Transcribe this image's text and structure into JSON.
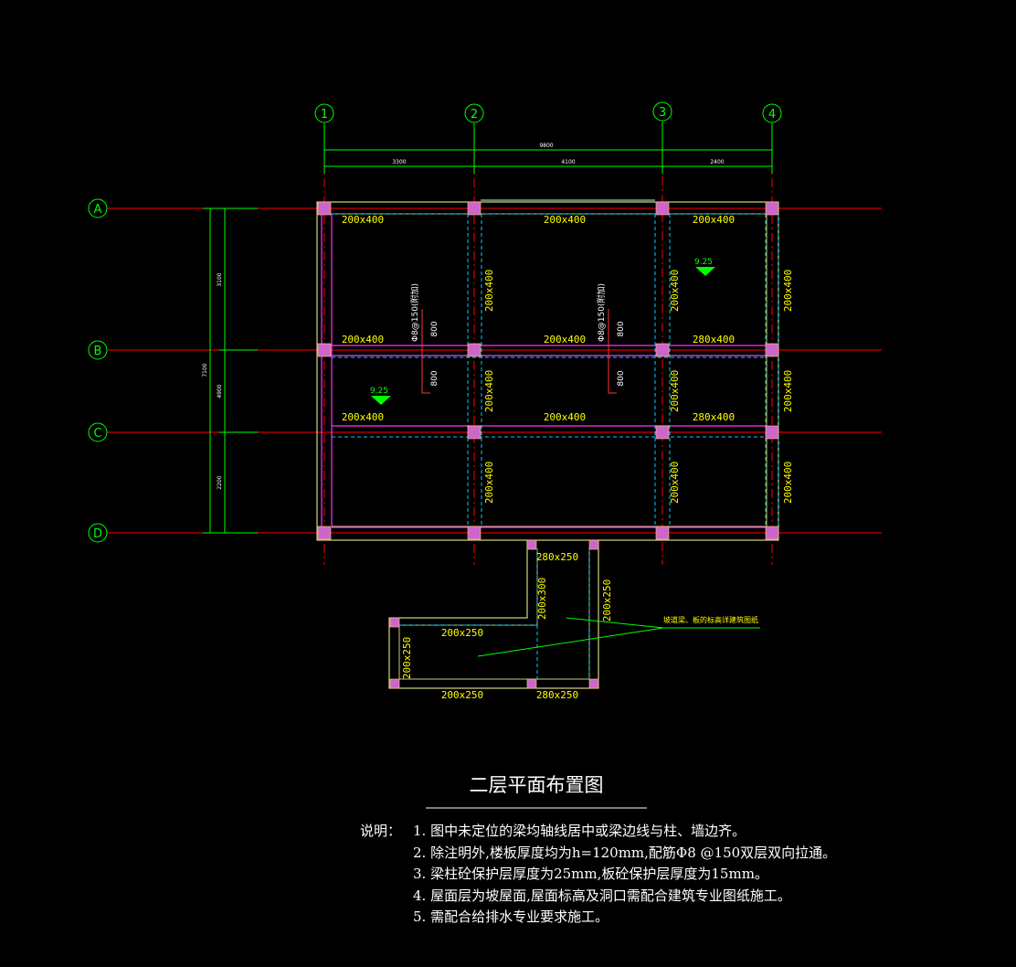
{
  "title": "二层平面布置图",
  "axes": {
    "columns": [
      "1",
      "2",
      "3",
      "4"
    ],
    "rows": [
      "A",
      "B",
      "C",
      "D"
    ]
  },
  "dimensions": {
    "overall": "9800",
    "spans": [
      "3300",
      "4100",
      "2400"
    ],
    "left_total": "7100",
    "left_sub": "4900",
    "left_spans": [
      "3100",
      "",
      "2200"
    ]
  },
  "beams": {
    "b200x400": "200x400",
    "b280x400": "280x400",
    "b200x250": "200x250",
    "b280x250": "280x250",
    "b200x300": "200x300"
  },
  "elevation": "9.25",
  "rebar": "Φ8@150(附加)",
  "rebar_len": "800",
  "callout": "坡道梁、板的标高详建筑图纸",
  "notes": {
    "label": "说明：",
    "items": [
      "1. 图中未定位的梁均轴线居中或梁边线与柱、墙边齐。",
      "2. 除注明外,楼板厚度均为h=120mm,配筋Φ8 @150双层双向拉通。",
      "3. 梁柱砼保护层厚度为25mm,板砼保护层厚度为15mm。",
      "4. 屋面层为坡屋面,屋面标高及洞口需配合建筑专业图纸施工。",
      "5. 需配合给排水专业要求施工。"
    ]
  },
  "colors": {
    "axis": "#ff0000",
    "bubble": "#00ff00",
    "dimension": "#00ff00",
    "beam": "#ffff99",
    "beam_label": "#ffff00",
    "column": "#cc66cc",
    "hidden_beam": "#00ccff",
    "wall": "#ff00ff",
    "text": "#ffffff"
  }
}
